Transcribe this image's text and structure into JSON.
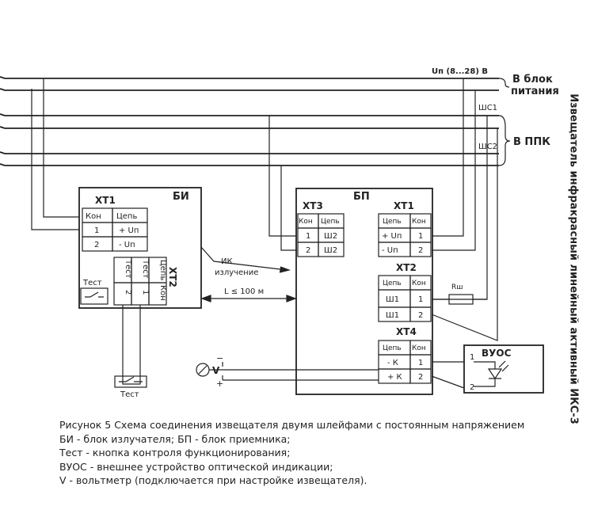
{
  "bus": {
    "power_label": "Uп   (8...28) В",
    "to_power_line1": "В блок",
    "to_power_line2": "питания",
    "loop1_label": "ШС1",
    "loop2_label": "ШС2",
    "to_panel": "В ППК"
  },
  "emitter": {
    "title": "БИ",
    "xt1_title": "XT1",
    "xt1_headers": [
      "Кон",
      "Цепь"
    ],
    "xt1_rows": [
      [
        "1",
        "+ Uп"
      ],
      [
        "2",
        "- Uп"
      ]
    ],
    "xt2_title": "XT2",
    "xt2_headers": [
      "Тест",
      "Тест",
      "Цепь"
    ],
    "xt2_row": [
      "2",
      "1",
      "Кон"
    ],
    "test_label": "Тест"
  },
  "external_test_label": "Тест",
  "beam": {
    "ir_line1": "ИК",
    "ir_line2": "излучение",
    "distance": "L ≤ 100 м"
  },
  "receiver": {
    "title": "БП",
    "xt3_title": "XT3",
    "xt3_headers": [
      "Кон",
      "Цепь"
    ],
    "xt3_rows": [
      [
        "1",
        "Ш2"
      ],
      [
        "2",
        "Ш2"
      ]
    ],
    "xt1_title": "XT1",
    "xt1_headers": [
      "Цепь",
      "Кон"
    ],
    "xt1_rows": [
      [
        "+ Uп",
        "1"
      ],
      [
        "- Uп",
        "2"
      ]
    ],
    "xt2_title": "XT2",
    "xt2_headers": [
      "Цепь",
      "Кон"
    ],
    "xt2_rows": [
      [
        "Ш1",
        "1"
      ],
      [
        "Ш1",
        "2"
      ]
    ],
    "xt4_title": "XT4",
    "xt4_headers": [
      "Цепь",
      "Кон"
    ],
    "xt4_rows": [
      [
        "- К",
        "1"
      ],
      [
        "+ К",
        "2"
      ]
    ],
    "resistor_label": "Rш"
  },
  "vuos": {
    "title": "ВУОС",
    "pin1": "1",
    "pin2": "2"
  },
  "voltmeter": {
    "label": "V",
    "minus": "−",
    "plus": "+"
  },
  "side_title": "Извещатель инфракрасный линейный активный ИКС-3",
  "caption": [
    "Рисунок 5 Схема соединения извещателя  двумя шлейфами с  постоянным напряжением",
    "БИ - блок излучателя; БП - блок приемника;",
    "Тест - кнопка контроля функционирования;",
    "ВУОС - внешнее устройство оптической индикации;",
    "V - вольтметр (подключается при настройке извещателя)."
  ]
}
